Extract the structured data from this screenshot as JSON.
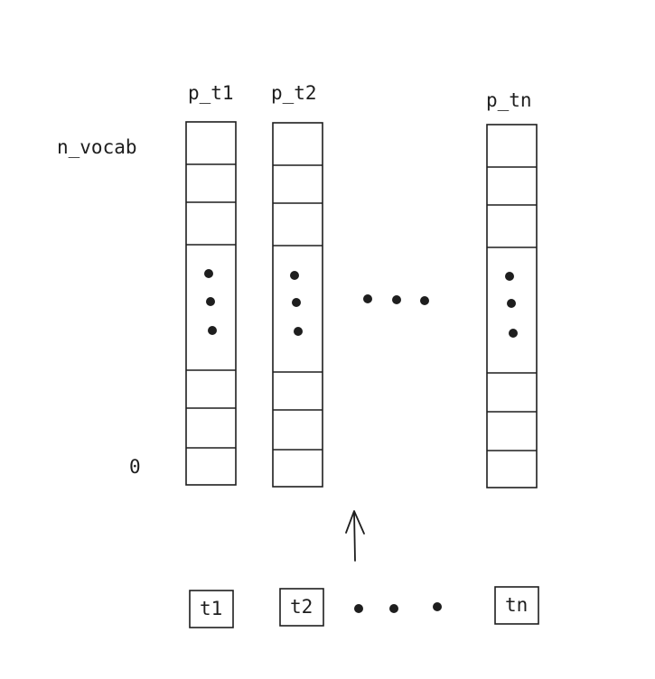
{
  "axis": {
    "top_label": "n_vocab",
    "bottom_label": "0"
  },
  "columns": [
    {
      "id": "c1",
      "label": "p_t1"
    },
    {
      "id": "c2",
      "label": "p_t2"
    },
    {
      "id": "cn",
      "label": "p_tn"
    }
  ],
  "tokens": [
    {
      "id": "t1",
      "label": "t1"
    },
    {
      "id": "t2",
      "label": "t2"
    },
    {
      "id": "tn",
      "label": "tn"
    }
  ]
}
